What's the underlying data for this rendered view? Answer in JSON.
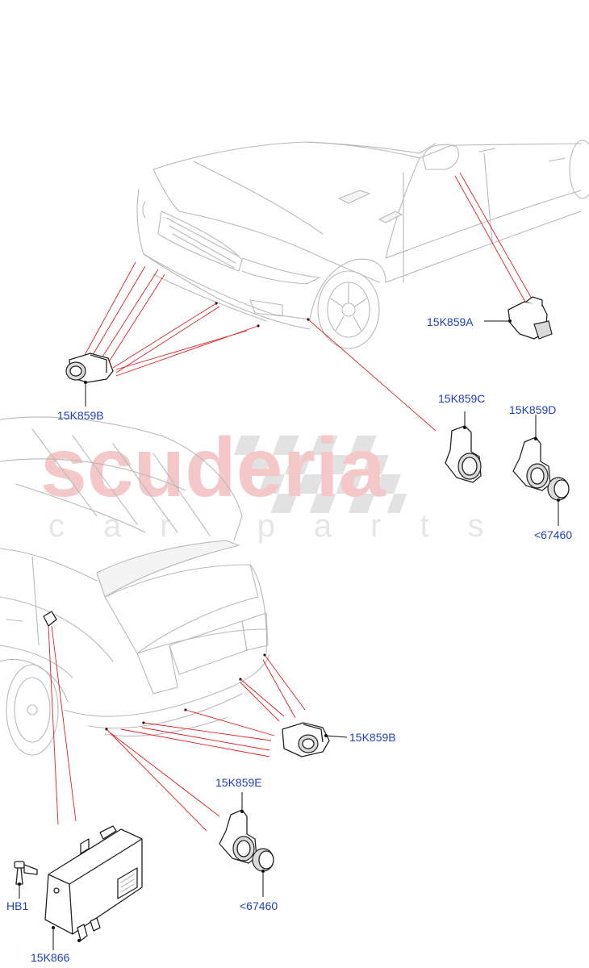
{
  "watermark": {
    "brand": "scuderia",
    "tagline": "car parts",
    "color_primary": "#f4c8c8",
    "color_secondary": "#e2e2e2"
  },
  "callouts": {
    "front_corner_sensor": "15K859A",
    "front_center_sensor": "15K859B",
    "front_left_sensor": "15K859C",
    "front_right_sensor": "15K859D",
    "front_bezel_ref": "<67460",
    "rear_sensor": "15K859B",
    "rear_outer_sensor": "15K859E",
    "rear_bezel_ref": "<67460",
    "bolt": "HB1",
    "control_module": "15K866"
  },
  "colors": {
    "callout_text": "#1f3fbf",
    "leader_line": "#e02020",
    "vehicle_outline": "#b9b9b9",
    "part_outline": "#222222"
  }
}
